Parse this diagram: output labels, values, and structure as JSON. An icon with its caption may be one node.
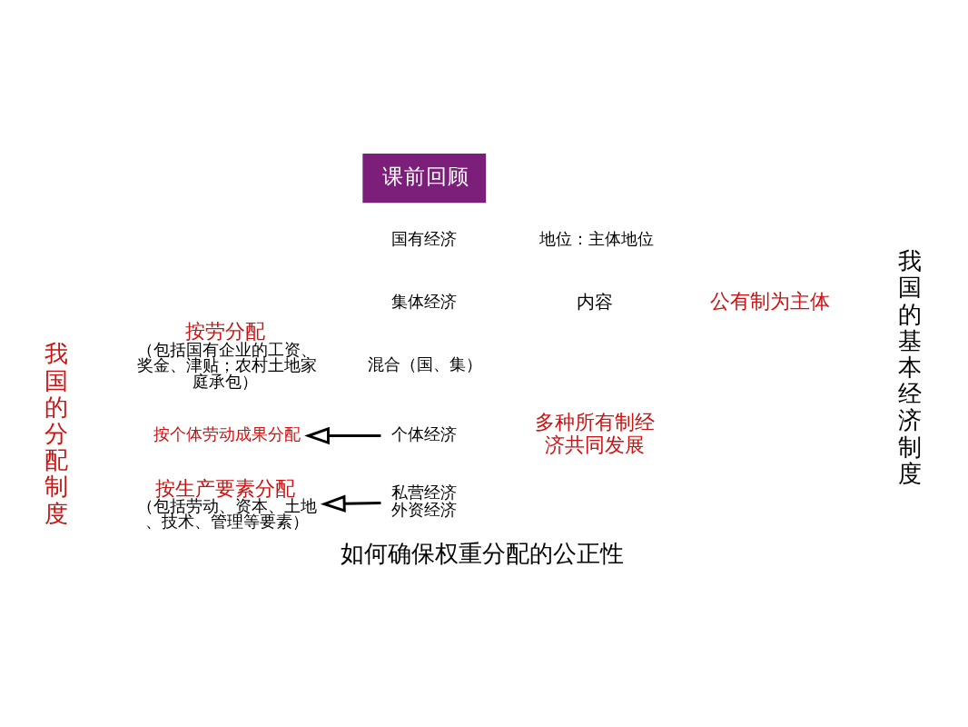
{
  "diagram": {
    "caption": "如何确保权重分配的公正性",
    "nodes": [
      {
        "text": [
          "课前回顾"
        ]
      },
      {
        "text": [
          "我国的基本经济制度"
        ]
      },
      {
        "text": [
          "公有制为主体"
        ]
      },
      {
        "text": [
          "地位：主体地位"
        ]
      },
      {
        "text": [
          "内容"
        ]
      },
      {
        "text": [
          "国有经济"
        ]
      },
      {
        "text": [
          "集体经济"
        ]
      },
      {
        "text": [
          "混合（国、集）"
        ]
      },
      {
        "text": [
          "多种所有制经济共同发展"
        ]
      },
      {
        "text": [
          "个体经济"
        ]
      },
      {
        "text": [
          "私营经济外资经济"
        ]
      },
      {
        "text": [
          "我国的分配制度"
        ]
      },
      {
        "text": [
          "按劳分配",
          "（包括国有企业的工资、奖金、津贴；农村土地家庭承包）"
        ]
      },
      {
        "text": [
          "按个体劳动成果分配"
        ]
      },
      {
        "text": [
          "按生产要素分配",
          "（包括劳动、资本、土地、技术、管理等要素）"
        ]
      }
    ],
    "edges": [
      {
        "from": 9,
        "to": 13,
        "arrow": "to"
      },
      {
        "from": 10,
        "to": 14,
        "arrow": "to"
      }
    ]
  }
}
